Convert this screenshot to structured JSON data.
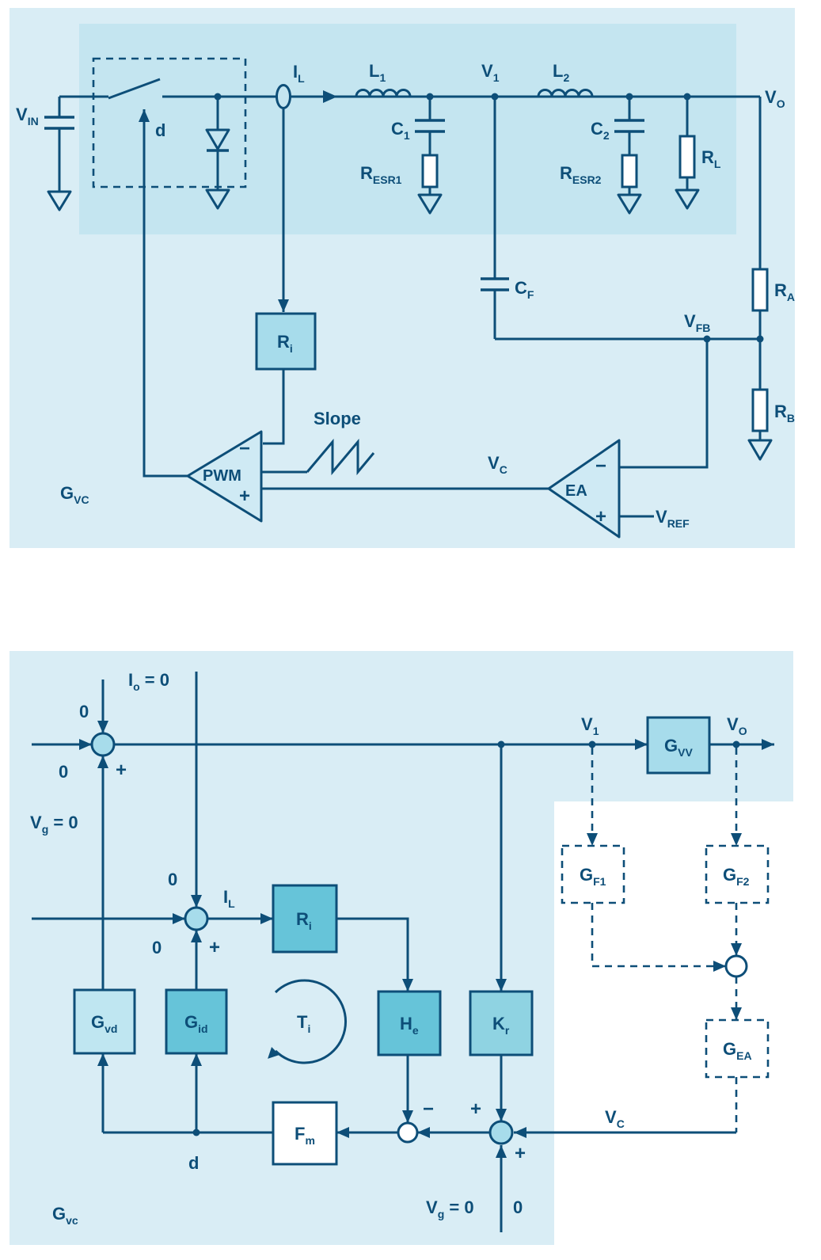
{
  "colors": {
    "ink": "#0d4e78",
    "panel": "#d9edf5",
    "panel_inner": "#c4e5f0",
    "block_soft_blue": "#a7dceb",
    "block_light": "#bfe6f1",
    "block_medium": "#8fd3e2",
    "block_dark": "#66c4d9",
    "triangle_fill": "#cfeaf4",
    "white": "#ffffff"
  },
  "top": {
    "v_in": {
      "main": "V",
      "sub": "IN"
    },
    "d": "d",
    "i_l": {
      "main": "I",
      "sub": "L"
    },
    "l1": {
      "main": "L",
      "sub": "1"
    },
    "v1": {
      "main": "V",
      "sub": "1"
    },
    "l2": {
      "main": "L",
      "sub": "2"
    },
    "v_o": {
      "main": "V",
      "sub": "O"
    },
    "c1": {
      "main": "C",
      "sub": "1"
    },
    "r_esr1": {
      "main": "R",
      "sub": "ESR1"
    },
    "c2": {
      "main": "C",
      "sub": "2"
    },
    "r_esr2": {
      "main": "R",
      "sub": "ESR2"
    },
    "r_l": {
      "main": "R",
      "sub": "L"
    },
    "c_f": {
      "main": "C",
      "sub": "F"
    },
    "r_a": {
      "main": "R",
      "sub": "A"
    },
    "v_fb": {
      "main": "V",
      "sub": "FB"
    },
    "r_b": {
      "main": "R",
      "sub": "B"
    },
    "r_i": {
      "main": "R",
      "sub": "i"
    },
    "slope": "Slope",
    "pwm": "PWM",
    "ea": "EA",
    "minus": "−",
    "plus": "+",
    "v_c": {
      "main": "V",
      "sub": "C"
    },
    "v_ref": {
      "main": "V",
      "sub": "REF"
    },
    "g_vc": {
      "main": "G",
      "sub": "VC"
    }
  },
  "bottom": {
    "i_o_eq": {
      "main": "I",
      "sub": "o",
      "rest": " = 0"
    },
    "v_g_eq": {
      "main": "V",
      "sub": "g",
      "rest": " = 0"
    },
    "zero": "0",
    "plus": "+",
    "minus": "−",
    "i_l": {
      "main": "I",
      "sub": "L"
    },
    "v1": {
      "main": "V",
      "sub": "1"
    },
    "v_o": {
      "main": "V",
      "sub": "O"
    },
    "v_c": {
      "main": "V",
      "sub": "C"
    },
    "d": "d",
    "g_vv": {
      "main": "G",
      "sub": "VV"
    },
    "g_f1": {
      "main": "G",
      "sub": "F1"
    },
    "g_f2": {
      "main": "G",
      "sub": "F2"
    },
    "g_ea": {
      "main": "G",
      "sub": "EA"
    },
    "g_vd": {
      "main": "G",
      "sub": "vd"
    },
    "g_id": {
      "main": "G",
      "sub": "id"
    },
    "r_i": {
      "main": "R",
      "sub": "i"
    },
    "h_e": {
      "main": "H",
      "sub": "e"
    },
    "k_r": {
      "main": "K",
      "sub": "r"
    },
    "f_m": {
      "main": "F",
      "sub": "m"
    },
    "t_i": {
      "main": "T",
      "sub": "i"
    },
    "g_vc": {
      "main": "G",
      "sub": "vc"
    }
  }
}
